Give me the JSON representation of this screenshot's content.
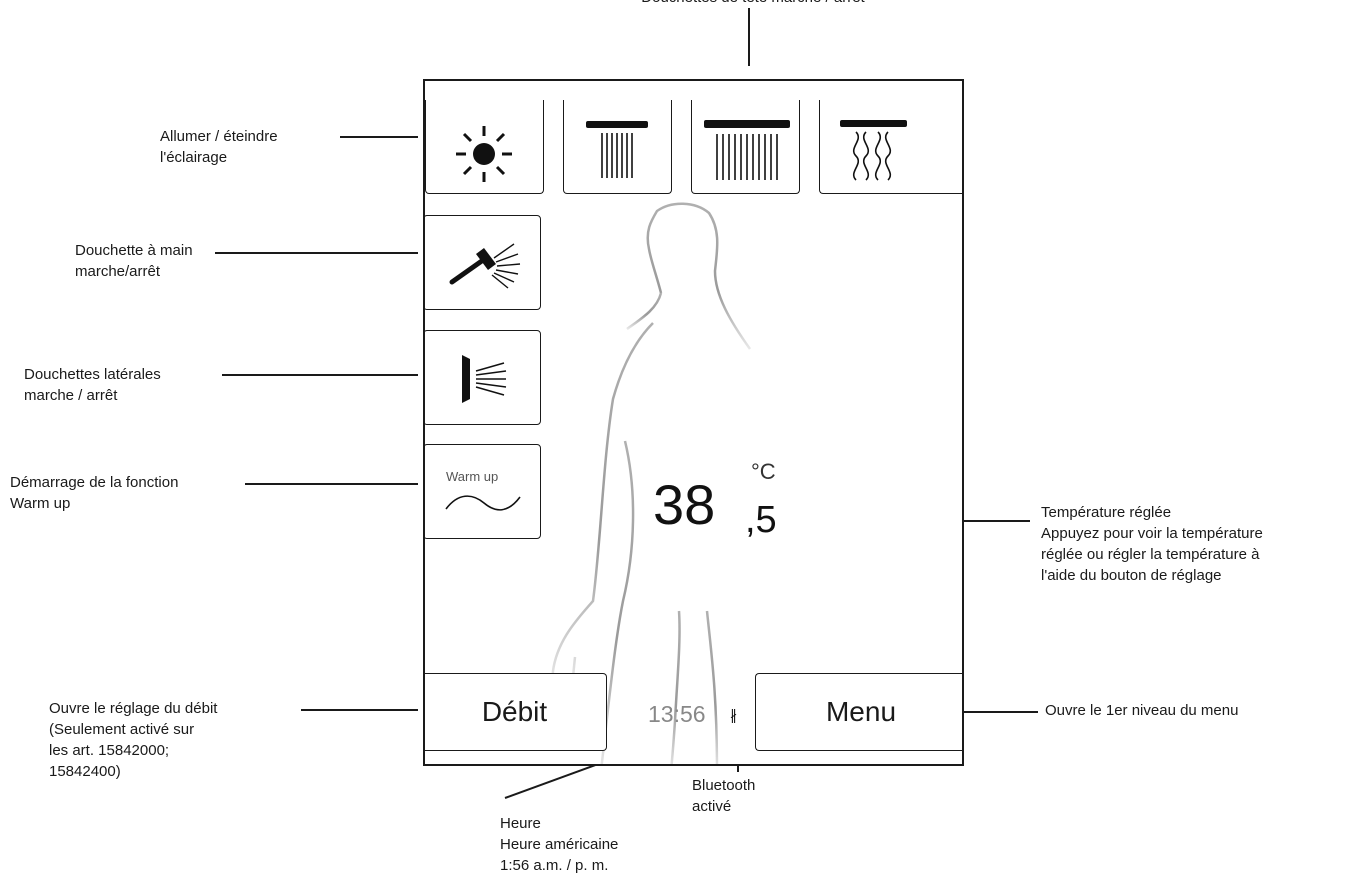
{
  "top_label": "Douchettes de tête marche / arrêt",
  "annotations": {
    "light": [
      "Allumer / éteindre",
      "l'éclairage"
    ],
    "hand_shower": [
      "Douchette à main",
      "marche/arrêt"
    ],
    "side_showers": [
      "Douchettes latérales",
      "marche / arrêt"
    ],
    "warm_up": [
      "Démarrage de la fonction",
      "Warm up"
    ],
    "flow": [
      "Ouvre le réglage du débit",
      "(Seulement activé sur",
      "les art. 15842000;",
      "15842400)"
    ],
    "temperature": [
      "Température réglée",
      "Appuyez pour voir la température",
      "réglée ou régler la température à",
      "l'aide du bouton de réglage"
    ],
    "menu": [
      "Ouvre le 1er niveau du menu"
    ],
    "time": [
      "Heure",
      "Heure américaine",
      "1:56 a.m. / p. m."
    ],
    "bluetooth": [
      "Bluetooth",
      "activé"
    ]
  },
  "display": {
    "temperature_int": "38",
    "temperature_dec": ",5",
    "temperature_unit": "°C",
    "warm_up_label": "Warm up",
    "flow_button": "Débit",
    "menu_button": "Menu",
    "clock": "13:56",
    "bluetooth_symbol": "∦"
  },
  "icons": [
    "light-icon",
    "head-shower-small-icon",
    "head-shower-large-icon",
    "rain-curtain-icon",
    "hand-shower-icon",
    "side-shower-icon",
    "wave-icon",
    "bluetooth-icon"
  ]
}
